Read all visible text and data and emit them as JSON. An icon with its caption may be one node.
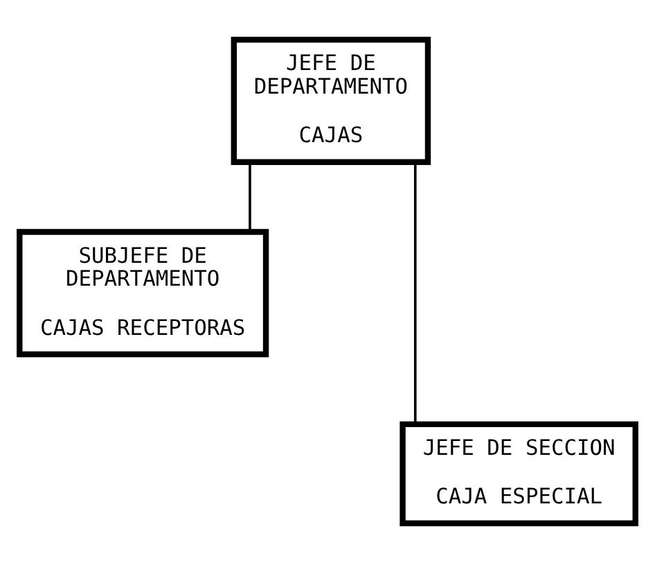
{
  "diagram": {
    "nodes": [
      {
        "text": [
          "JEFE DE DEPARTAMENTO",
          "CAJAS"
        ]
      },
      {
        "text": [
          "SUBJEFE DE DEPARTAMENTO",
          "CAJAS RECEPTORAS"
        ]
      },
      {
        "text": [
          "JEFE DE SECCION",
          "CAJA ESPECIAL"
        ]
      }
    ],
    "edges": [
      {
        "from": 0,
        "to": 1,
        "arrow": "none"
      },
      {
        "from": 0,
        "to": 2,
        "arrow": "none"
      }
    ]
  }
}
